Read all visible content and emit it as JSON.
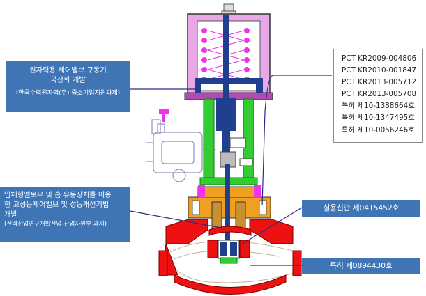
{
  "callouts": {
    "actuator": {
      "lines": [
        "원자력용 제어밸브 구동기",
        "국산화 개발"
      ],
      "note": "(한국수력원자력(주) 중소기업지원과제)"
    },
    "trim": {
      "lines": [
        "입체형엘보우 및 홈 유동장치를 이용",
        "한 고성능제어밸브 및 성능개선기법",
        "개발"
      ],
      "note": "(전력산업연구개발산업-산업자원부 과제)"
    },
    "utility_model": {
      "label": "실용신안 제0415452호"
    },
    "patent_body": {
      "label": "특허 제0894430호"
    }
  },
  "patents": [
    "PCT KR2009-004806",
    "PCT KR2010-001847",
    "PCT KR2013-005712",
    "PCT KR2013-005708",
    "특허 제10-1388664호",
    "특허 제10-1347495호",
    "특허 제10-0056246호"
  ],
  "colors": {
    "label_bg": "#3f74b5",
    "actuator_housing": "#e8a8e8",
    "spring": "#ee33ee",
    "yoke": "#33cc33",
    "bonnet": "#f0a020",
    "body": "#ee1111",
    "stem": "#203f8f",
    "leader": "#2b2b8a"
  }
}
